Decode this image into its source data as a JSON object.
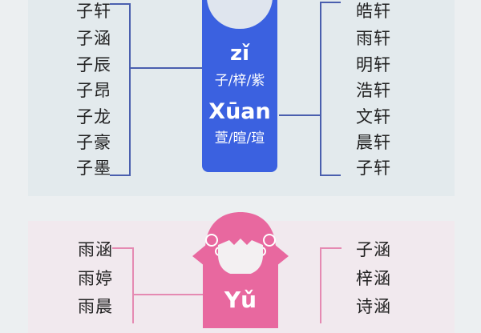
{
  "boy": {
    "left_names": [
      "子轩",
      "子涵",
      "子辰",
      "子昂",
      "子龙",
      "子豪",
      "子墨"
    ],
    "right_names": [
      "皓轩",
      "雨轩",
      "明轩",
      "浩轩",
      "文轩",
      "晨轩",
      "子轩"
    ],
    "char1_pinyin": "zǐ",
    "char1_options": "子/梓/紫",
    "char2_pinyin": "Xūan",
    "char2_options": "萱/暄/瑄",
    "color": "#3b61e0"
  },
  "girl": {
    "left_names": [
      "雨涵",
      "雨婷",
      "雨晨"
    ],
    "right_names": [
      "子涵",
      "梓涵",
      "诗涵"
    ],
    "char1_pinyin": "Yǔ",
    "color": "#e8689f"
  }
}
